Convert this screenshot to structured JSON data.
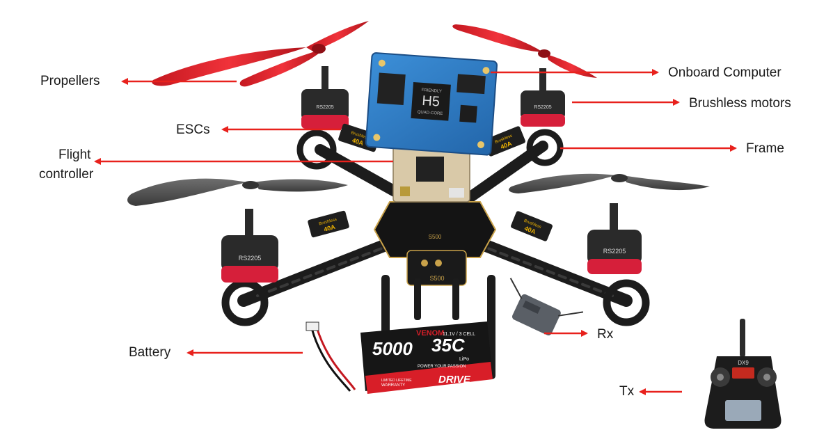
{
  "labels": {
    "propellers": "Propellers",
    "onboard_computer": "Onboard Computer",
    "brushless_motors": "Brushless motors",
    "escs": "ESCs",
    "frame": "Frame",
    "flight_controller_line1": "Flight",
    "flight_controller_line2": "controller",
    "rx": "Rx",
    "battery": "Battery",
    "tx": "Tx"
  },
  "product_text": {
    "computer_model": "H5",
    "computer_sub": "QUAD-CORE",
    "computer_brand": "FRIENDLY",
    "motor_model": "RS2205",
    "esc_rating": "40A",
    "esc_brand": "Brushless",
    "frame_model": "S500",
    "battery_brand": "VENOM",
    "battery_cells": "11.1V / 3 CELL",
    "battery_capacity": "5000",
    "battery_c_rating": "35C",
    "battery_chem": "LiPo",
    "battery_tagline": "POWER YOUR PASSION",
    "battery_warranty_1": "LIMITED LIFETIME",
    "battery_warranty_2": "WARRANTY",
    "battery_series": "DRIVE",
    "tx_model": "DX9"
  },
  "colors": {
    "arrow": "#e8211c",
    "propeller_front": "#e0222a",
    "propeller_back": "#555555",
    "frame": "#1c1c1c",
    "motor_bell": "#2a2a2a",
    "motor_base": "#d61f3a",
    "computer_board": "#2f7fc9",
    "fc_board": "#d9c9a8",
    "esc": "#1e1e1e",
    "esc_label": "#f0b400",
    "battery_body": "#161616",
    "battery_accent": "#d81e28"
  }
}
